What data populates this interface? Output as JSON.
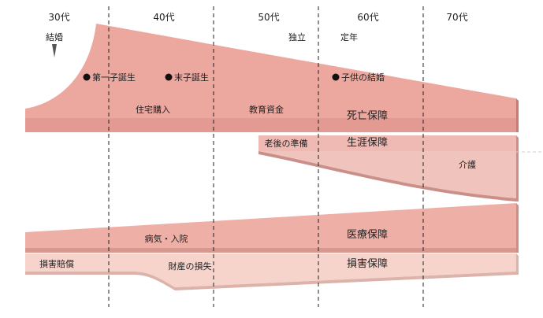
{
  "ages": [
    "30代",
    "40代",
    "50代",
    "60代",
    "70代"
  ],
  "marker_labels": {
    "marriage": "結婚",
    "independence": "独立",
    "retirement": "定年"
  },
  "events": {
    "first_child": "第一子誕生",
    "last_child": "末子誕生",
    "child_wedding": "子供の結婚"
  },
  "bands": {
    "death": {
      "title": "死亡保障",
      "labels": {
        "house": "住宅購入",
        "education": "教育資金"
      }
    },
    "living": {
      "title": "生涯保障",
      "labels": {
        "retirement_prep": "老後の準備",
        "care": "介護"
      }
    },
    "medical": {
      "title": "医療保障",
      "labels": {
        "illness": "病気・入院"
      }
    },
    "damage": {
      "title": "損害保障",
      "labels": {
        "liability": "損害賠償",
        "property": "財産の損失"
      }
    }
  },
  "colors": {
    "death_band": "#eca79f",
    "death_edge": "#c97a74",
    "living_band": "#f3c8c2",
    "medical_band": "#efb2aa",
    "damage_band": "#f6d3cb"
  }
}
